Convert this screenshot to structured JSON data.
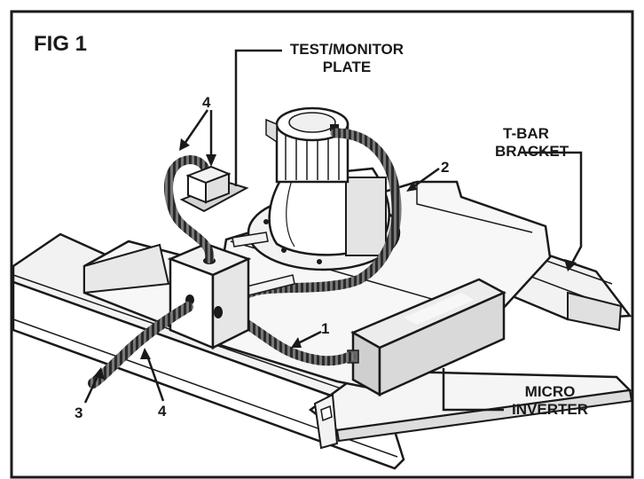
{
  "figure": {
    "title": "FIG 1",
    "labels": {
      "test_monitor_line1": "TEST/MONITOR",
      "test_monitor_line2": "PLATE",
      "tbar_line1": "T-BAR",
      "tbar_line2": "BRACKET",
      "micro_line1": "MICRO",
      "micro_line2": "INVERTER",
      "callout_4_top": "4",
      "callout_2": "2",
      "callout_1": "1",
      "callout_3": "3",
      "callout_4_bottom": "4"
    }
  },
  "colors": {
    "ink": "#1a1a1a",
    "border": "#1a1a1a",
    "surface": "#f2f2f2",
    "shade": "#cfcfcf",
    "inverter": "#d9d9d9",
    "background": "#ffffff"
  }
}
